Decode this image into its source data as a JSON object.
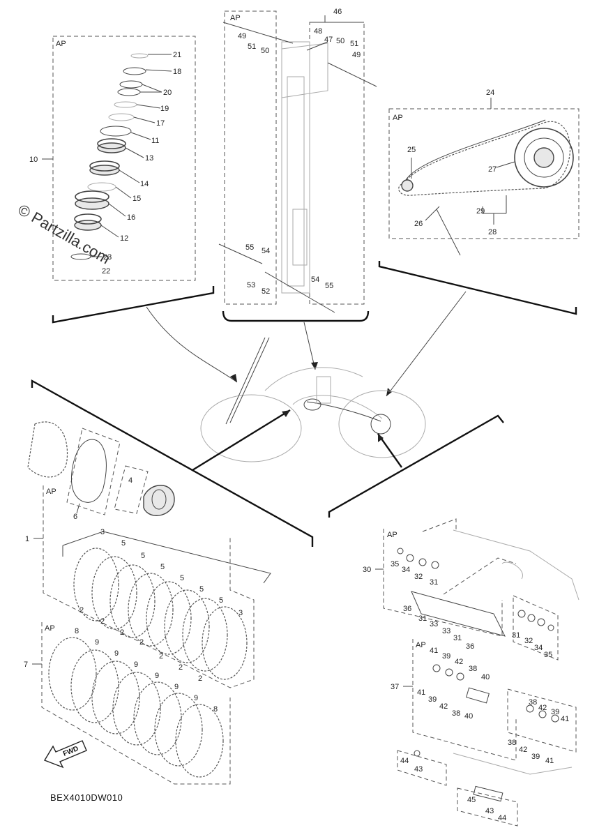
{
  "diagram": {
    "code": "BEX4010DW010",
    "watermark": "© Partzilla.com",
    "ap_label": "AP",
    "fwd_label": "FWD",
    "labels": {
      "l1": "1",
      "l2": "2",
      "l3": "3",
      "l4": "4",
      "l5": "5",
      "l6": "6",
      "l7": "7",
      "l8": "8",
      "l9": "9",
      "l10": "10",
      "l11": "11",
      "l12": "12",
      "l13": "13",
      "l14": "14",
      "l15": "15",
      "l16": "16",
      "l17": "17",
      "l18": "18",
      "l19": "19",
      "l20": "20",
      "l21": "21",
      "l22": "22",
      "l23": "23",
      "l24": "24",
      "l25": "25",
      "l26": "26",
      "l27": "27",
      "l28": "28",
      "l29": "29",
      "l30": "30",
      "l31": "31",
      "l32": "32",
      "l33": "33",
      "l34": "34",
      "l35": "35",
      "l36": "36",
      "l37": "37",
      "l38": "38",
      "l39": "39",
      "l40": "40",
      "l41": "41",
      "l42": "42",
      "l43": "43",
      "l44": "44",
      "l45": "45",
      "l46": "46",
      "l47": "47",
      "l48": "48",
      "l49": "49",
      "l50": "50",
      "l51": "51",
      "l52": "52",
      "l53": "53",
      "l54": "54",
      "l55": "55"
    }
  }
}
